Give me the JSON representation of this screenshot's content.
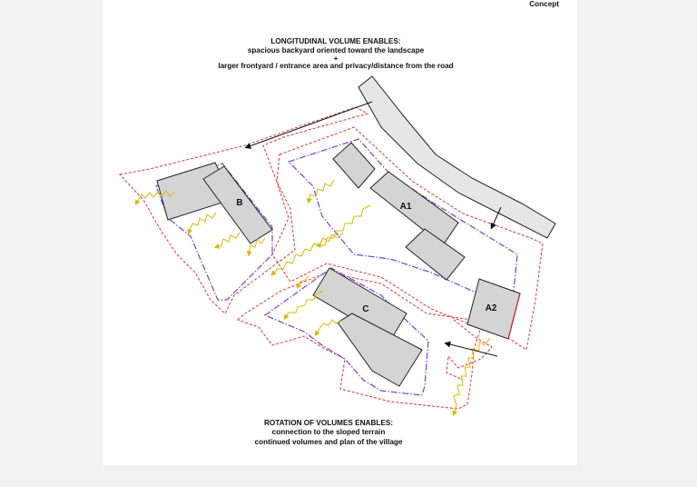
{
  "header": {
    "concept_label": "Concept"
  },
  "top_note": {
    "title": "LONGITUDINAL VOLUME ENABLES:",
    "line1": "spacious backyard oriented toward the landscape",
    "separator": "+",
    "line2": "larger frontyard / entrance area and privacy/distance from the road"
  },
  "bottom_note": {
    "title": "ROTATION OF VOLUMES ENABLES:",
    "line1": "connection to the sloped terrain",
    "line2": "continued volumes and plan of the village"
  },
  "buildings": {
    "b": "B",
    "a1": "A1",
    "a2": "A2",
    "c": "C"
  },
  "colors": {
    "plot_boundary": "#e03030",
    "setback_line": "#7a3fd0",
    "building_fill": "#d4d4d4",
    "view_arrow": "#d9b800",
    "road_fill": "#e6e6e6"
  }
}
